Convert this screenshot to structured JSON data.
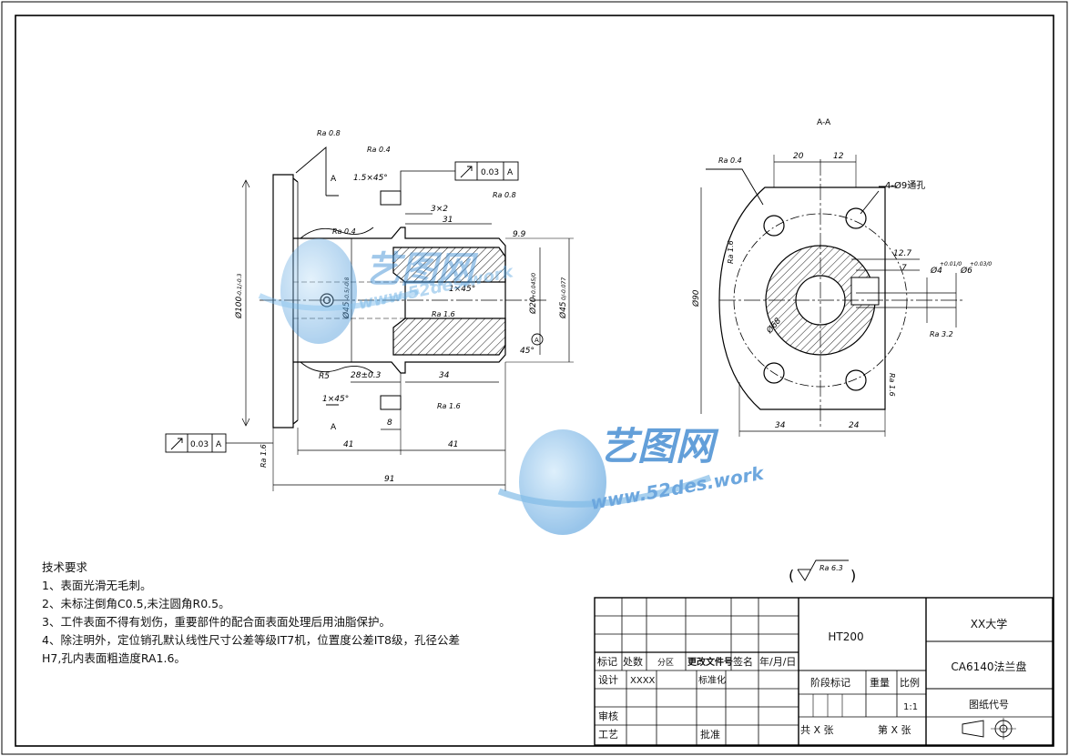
{
  "left_view": {
    "section_marks": [
      "A",
      "A"
    ],
    "roughness": [
      "Ra 0.8",
      "Ra 0.4",
      "Ra 0.4",
      "Ra 0.8",
      "Ra 1.6",
      "Ra 1.6",
      "Ra 1.6"
    ],
    "dims": {
      "chamfer_top": "1.5×45°",
      "chamfer_inner": "1×45°",
      "chamfer_bottom": "1×45°",
      "groove": "3×2",
      "d31": "31",
      "d9_9": "9.9",
      "angle45": "45°",
      "r5": "R5",
      "d28": "28±0.3",
      "d34": "34",
      "d8": "8",
      "d41a": "41",
      "d41b": "41",
      "d91": "91",
      "dia100": "Ø100",
      "dia100_tol": "-0.1/-0.3",
      "dia45_left": "Ø45",
      "dia45_left_tol": "-0.5/-0.8",
      "dia20": "Ø20",
      "dia20_tol": "+0.045/0",
      "dia45_right": "Ø45",
      "dia45_right_tol": "0/-0.077",
      "datum": "A"
    },
    "fcf_top": {
      "value": "0.03",
      "datum": "A"
    },
    "fcf_left": {
      "value": "0.03",
      "datum": "A"
    }
  },
  "right_view": {
    "title": "A-A",
    "roughness": [
      "Ra 0.4",
      "Ra 1.6",
      "Ra 3.2",
      "Ra 1.6"
    ],
    "dims": {
      "d20": "20",
      "d12": "12",
      "holes": "4-Ø9通孔",
      "d12_7": "12.7",
      "d7": "7",
      "dia4": "Ø4",
      "dia4_tol": "+0.01/0",
      "dia6": "Ø6",
      "dia6_tol": "+0.03/0",
      "dia90": "Ø90",
      "dia68": "Ø68",
      "d34": "34",
      "d24": "24"
    }
  },
  "general_roughness": "Ra 6.3",
  "tech_notes": {
    "heading": "技术要求",
    "items": [
      "1、表面光滑无毛刺。",
      "2、未标注倒角C0.5,未注圆角R0.5。",
      "3、工件表面不得有划伤，重要部件的配合面表面处理后用油脂保护。",
      "4、除注明外，定位销孔默认线性尺寸公差等级IT7机，位置度公差IT8级，孔径公差",
      "H7,孔内表面粗造度RA1.6。"
    ]
  },
  "title_block": {
    "material": "HT200",
    "school": "XX大学",
    "part_name": "CA6140法兰盘",
    "drawing_no_label": "图纸代号",
    "header_row": [
      "标记",
      "处数",
      "分区",
      "更改文件号",
      "签名",
      "年/月/日"
    ],
    "design_label": "设计",
    "design_value": "XXXX",
    "standardize_label": "标准化",
    "review_label": "审核",
    "process_label": "工艺",
    "approve_label": "批准",
    "stage_label": "阶段标记",
    "weight_label": "重量",
    "scale_label": "比例",
    "scale_value": "1:1",
    "total_sheets": "共 X 张",
    "sheet_no": "第 X 张"
  },
  "watermark": {
    "brand": "艺图网",
    "url": "www.52des.work"
  }
}
